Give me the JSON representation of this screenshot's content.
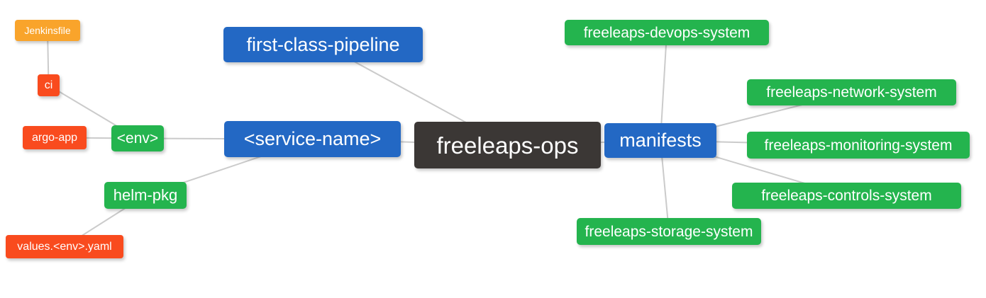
{
  "palette": {
    "background": "#FFFFFF",
    "edge": "#CBCBCB",
    "node_text": "#FFFFFF",
    "root": "#3B3735",
    "branch": "#2368C4",
    "section": "#24B44E",
    "leaf": "#F94B1E",
    "subleaf": "#F9A42B"
  },
  "diagram": {
    "title": "freeleaps-ops repository structure mind map",
    "nodes": [
      {
        "id": "jenkinsfile",
        "label": "Jenkinsfile",
        "role": "subleaf"
      },
      {
        "id": "ci",
        "label": "ci",
        "role": "leaf"
      },
      {
        "id": "argo-app",
        "label": "argo-app",
        "role": "leaf"
      },
      {
        "id": "env",
        "label": "<env>",
        "role": "section"
      },
      {
        "id": "helm-pkg",
        "label": "helm-pkg",
        "role": "section"
      },
      {
        "id": "values-env-yaml",
        "label": "values.<env>.yaml",
        "role": "leaf"
      },
      {
        "id": "first-class-pipeline",
        "label": "first-class-pipeline",
        "role": "branch"
      },
      {
        "id": "service-name",
        "label": "<service-name>",
        "role": "branch"
      },
      {
        "id": "freeleaps-ops",
        "label": "freeleaps-ops",
        "role": "root"
      },
      {
        "id": "manifests",
        "label": "manifests",
        "role": "branch"
      },
      {
        "id": "freeleaps-devops-system",
        "label": "freeleaps-devops-system",
        "role": "section"
      },
      {
        "id": "freeleaps-network-system",
        "label": "freeleaps-network-system",
        "role": "section"
      },
      {
        "id": "freeleaps-monitoring-system",
        "label": "freeleaps-monitoring-system",
        "role": "section"
      },
      {
        "id": "freeleaps-controls-system",
        "label": "freeleaps-controls-system",
        "role": "section"
      },
      {
        "id": "freeleaps-storage-system",
        "label": "freeleaps-storage-system",
        "role": "section"
      }
    ],
    "edges": [
      [
        "jenkinsfile",
        "ci"
      ],
      [
        "ci",
        "env"
      ],
      [
        "argo-app",
        "env"
      ],
      [
        "env",
        "service-name"
      ],
      [
        "helm-pkg",
        "service-name"
      ],
      [
        "values-env-yaml",
        "helm-pkg"
      ],
      [
        "first-class-pipeline",
        "freeleaps-ops"
      ],
      [
        "service-name",
        "freeleaps-ops"
      ],
      [
        "freeleaps-ops",
        "manifests"
      ],
      [
        "manifests",
        "freeleaps-devops-system"
      ],
      [
        "manifests",
        "freeleaps-network-system"
      ],
      [
        "manifests",
        "freeleaps-monitoring-system"
      ],
      [
        "manifests",
        "freeleaps-controls-system"
      ],
      [
        "manifests",
        "freeleaps-storage-system"
      ]
    ]
  }
}
